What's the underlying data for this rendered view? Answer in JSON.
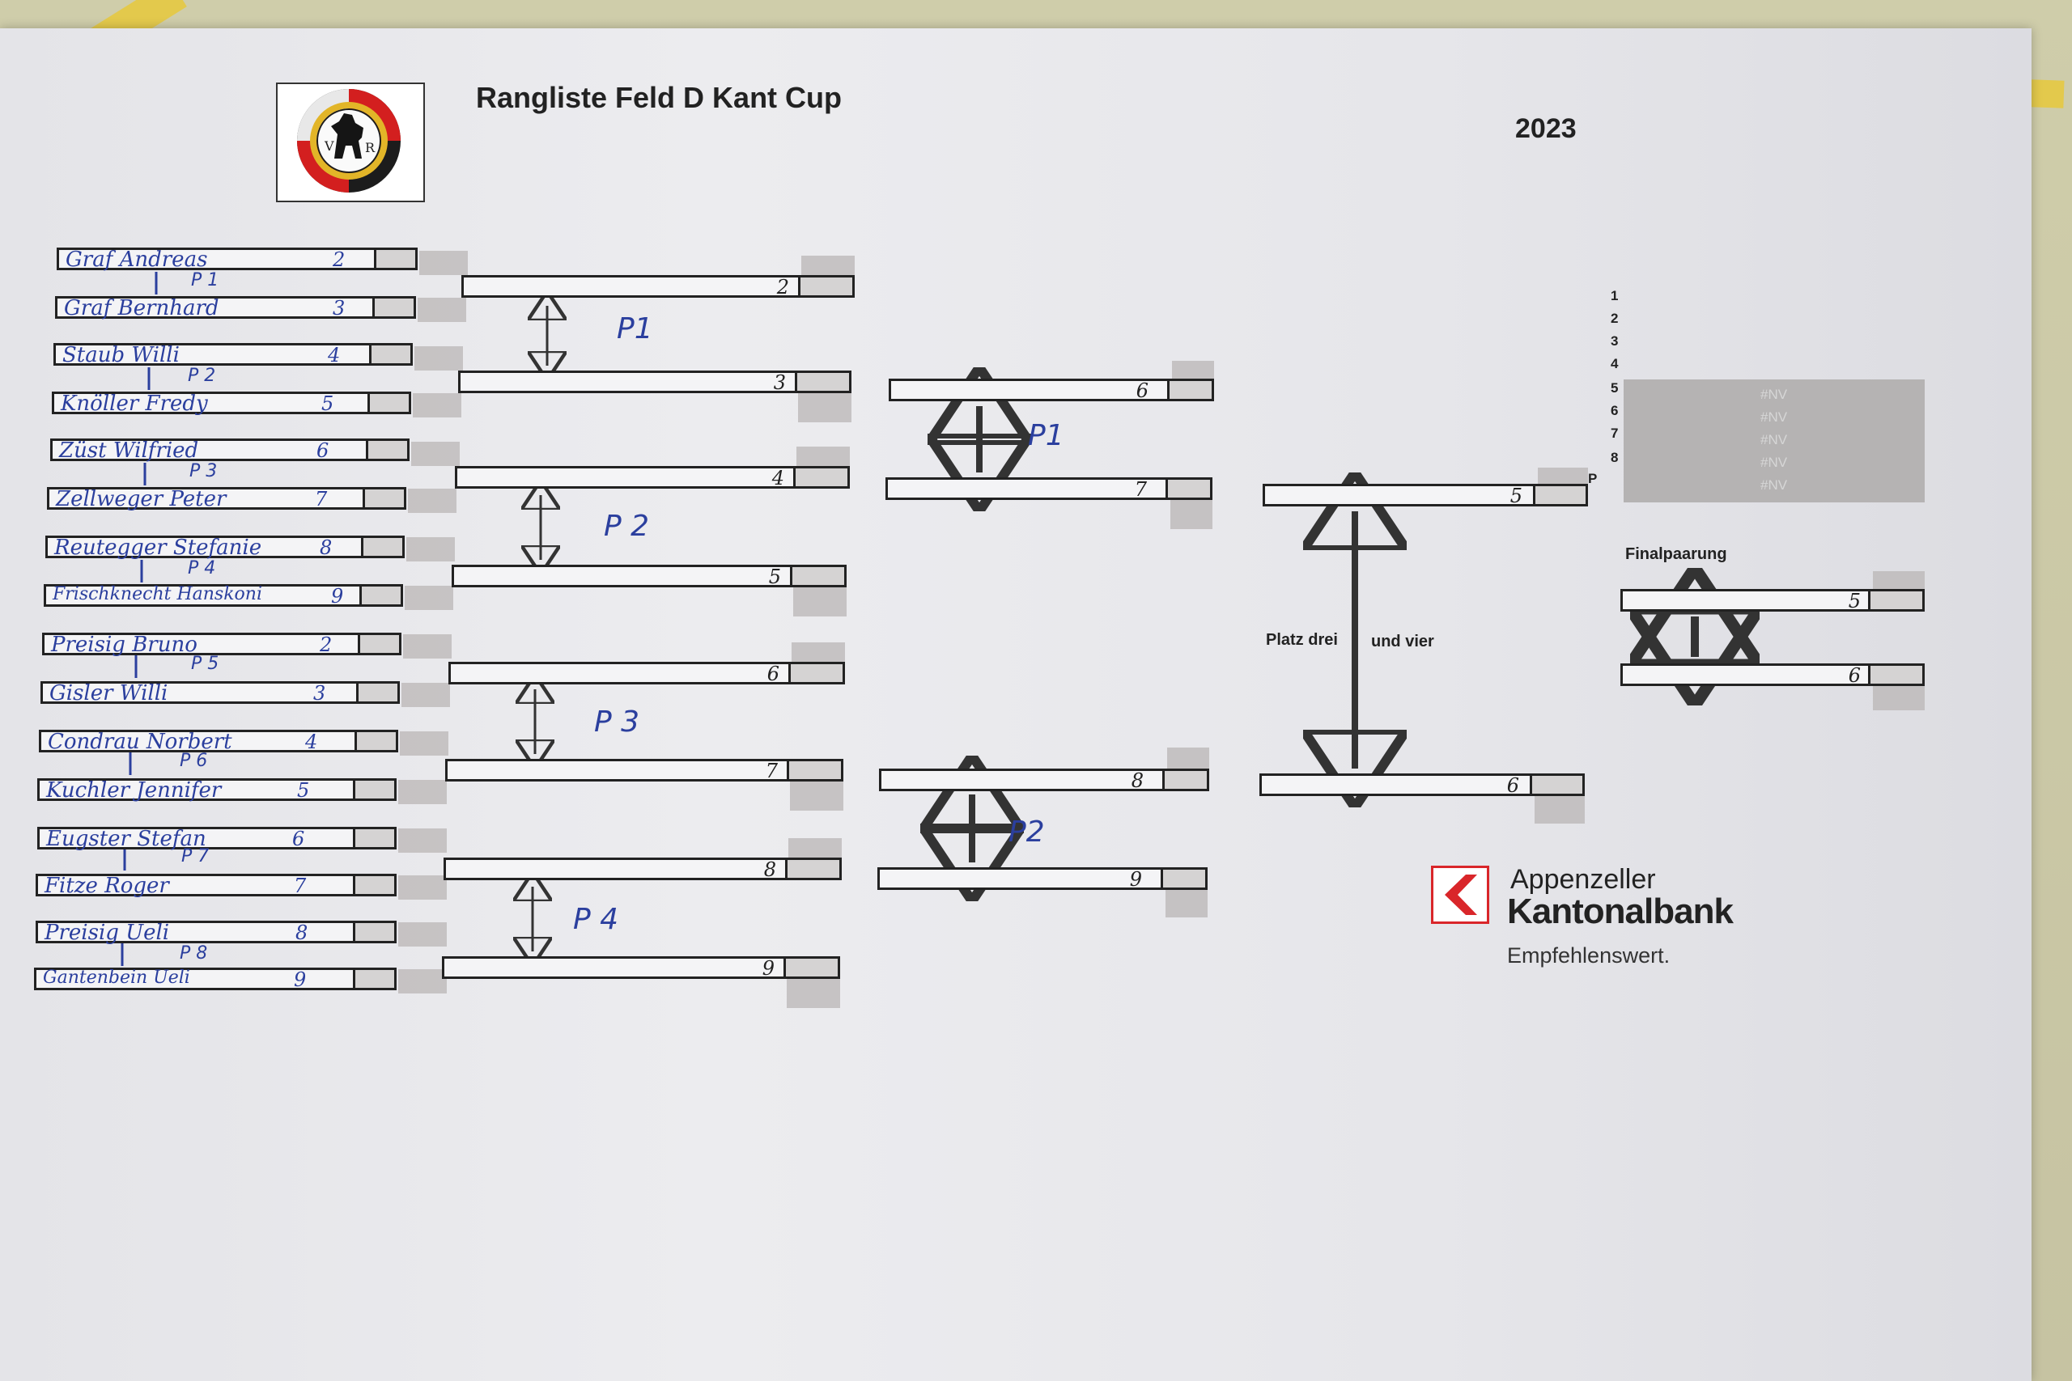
{
  "title": "Rangliste Feld D Kant Cup",
  "year": "2023",
  "logo": {
    "letters": [
      "V",
      "R"
    ]
  },
  "players": [
    {
      "name": "Graf   Andreas",
      "seed": "2"
    },
    {
      "name": "Graf   Bernhard",
      "seed": "3"
    },
    {
      "name": "Staub  Willi",
      "seed": "4"
    },
    {
      "name": "Knöller  Fredy",
      "seed": "5"
    },
    {
      "name": "Züst  Wilfried",
      "seed": "6"
    },
    {
      "name": "Zellweger  Peter",
      "seed": "7"
    },
    {
      "name": "Reutegger  Stefanie",
      "seed": "8"
    },
    {
      "name": "Frischknecht  Hanskoni",
      "seed": "9"
    },
    {
      "name": "Preisig  Bruno",
      "seed": "2"
    },
    {
      "name": "Gisler  Willi",
      "seed": "3"
    },
    {
      "name": "Condrau  Norbert",
      "seed": "4"
    },
    {
      "name": "Kuchler  Jennifer",
      "seed": "5"
    },
    {
      "name": "Eugster  Stefan",
      "seed": "6"
    },
    {
      "name": "Fitze  Roger",
      "seed": "7"
    },
    {
      "name": "Preisig  Ueli",
      "seed": "8"
    },
    {
      "name": "Gantenbein  Ueli",
      "seed": "9"
    }
  ],
  "pairings": [
    "P 1",
    "P 2",
    "P 3",
    "P 4",
    "P 5",
    "P 6",
    "P 7",
    "P 8"
  ],
  "round2": {
    "boxes": [
      "2",
      "3",
      "4",
      "5",
      "6",
      "7",
      "8",
      "9"
    ],
    "labels": [
      "P1",
      "P 2",
      "P 3",
      "P 4"
    ]
  },
  "round3": {
    "boxes": [
      "6",
      "7",
      "8",
      "9"
    ],
    "labels": [
      "P1",
      "P2"
    ]
  },
  "round4": {
    "boxes": [
      "5",
      "6"
    ],
    "p_mark": "P",
    "text_left": "Platz drei",
    "text_right": "und vier"
  },
  "ranking": {
    "numbers": [
      "1",
      "2",
      "3",
      "4",
      "5",
      "6",
      "7",
      "8"
    ],
    "values": [
      "#NV",
      "#NV",
      "#NV",
      "#NV",
      "#NV"
    ]
  },
  "final": {
    "label": "Finalpaarung",
    "boxes": [
      "5",
      "6"
    ]
  },
  "sponsor": {
    "line1": "Appenzeller",
    "line2": "Kantonalbank",
    "tagline": "Empfehlenswert."
  }
}
